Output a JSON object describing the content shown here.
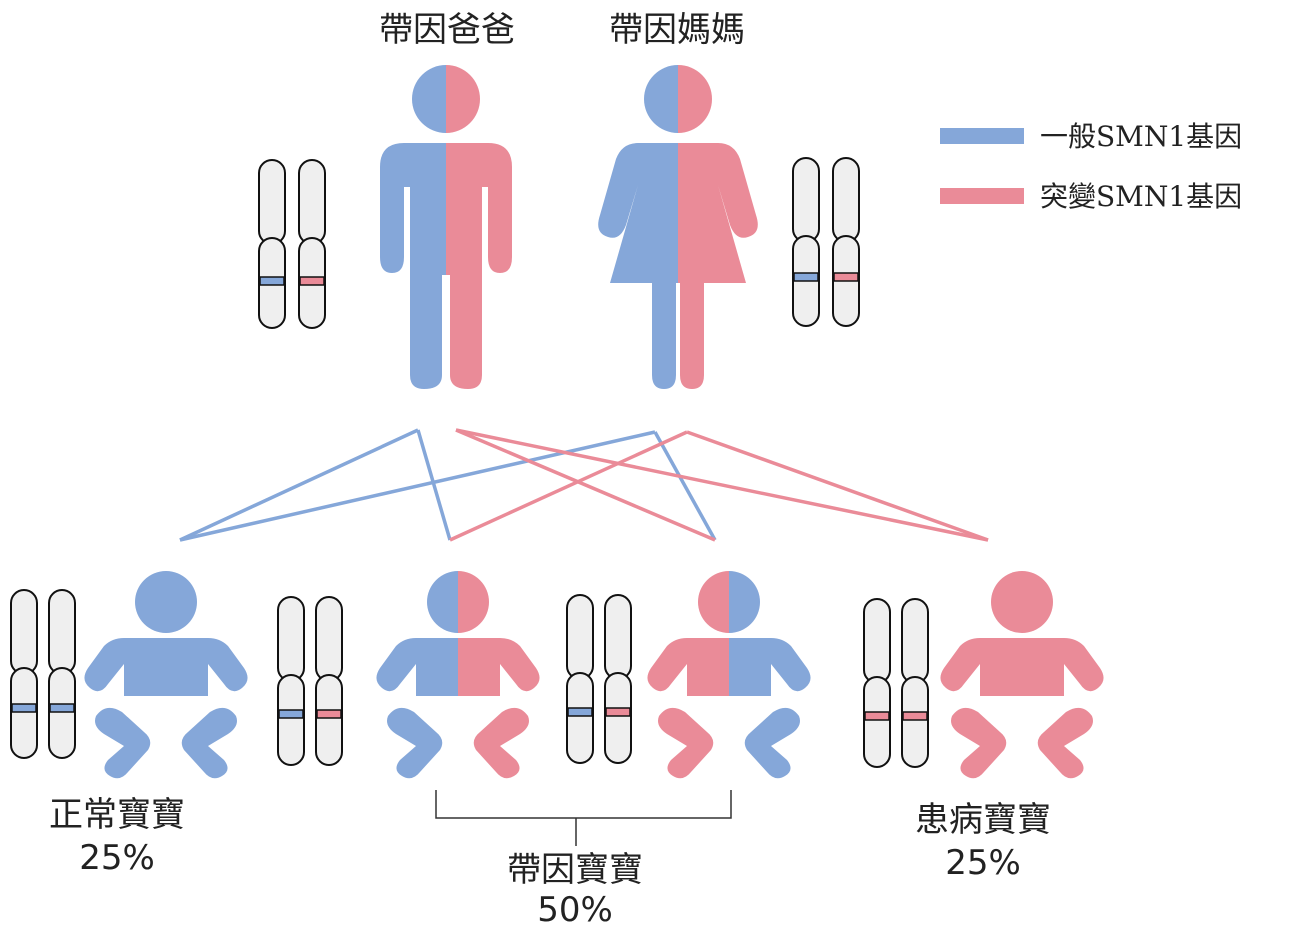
{
  "colors": {
    "normal": "#85a7d9",
    "mutant": "#ea8b98",
    "chromosome_fill": "#efefef",
    "chromosome_stroke": "#111111"
  },
  "parents": {
    "father_label": "帶因爸爸",
    "mother_label": "帶因媽媽"
  },
  "legend": [
    {
      "label": "一般SMN1基因",
      "color": "#85a7d9",
      "icon": "legend-bar"
    },
    {
      "label": "突變SMN1基因",
      "color": "#ea8b98",
      "icon": "legend-bar"
    }
  ],
  "children": [
    {
      "genotype": [
        "normal",
        "normal"
      ]
    },
    {
      "genotype": [
        "normal",
        "mutant"
      ]
    },
    {
      "genotype": [
        "normal",
        "mutant"
      ]
    },
    {
      "genotype": [
        "mutant",
        "mutant"
      ]
    }
  ],
  "outcomes": {
    "normal": {
      "label": "正常寶寶",
      "pct": "25%"
    },
    "carrier": {
      "label": "帶因寶寶",
      "pct": "50%"
    },
    "affected": {
      "label": "患病寶寶",
      "pct": "25%"
    }
  }
}
